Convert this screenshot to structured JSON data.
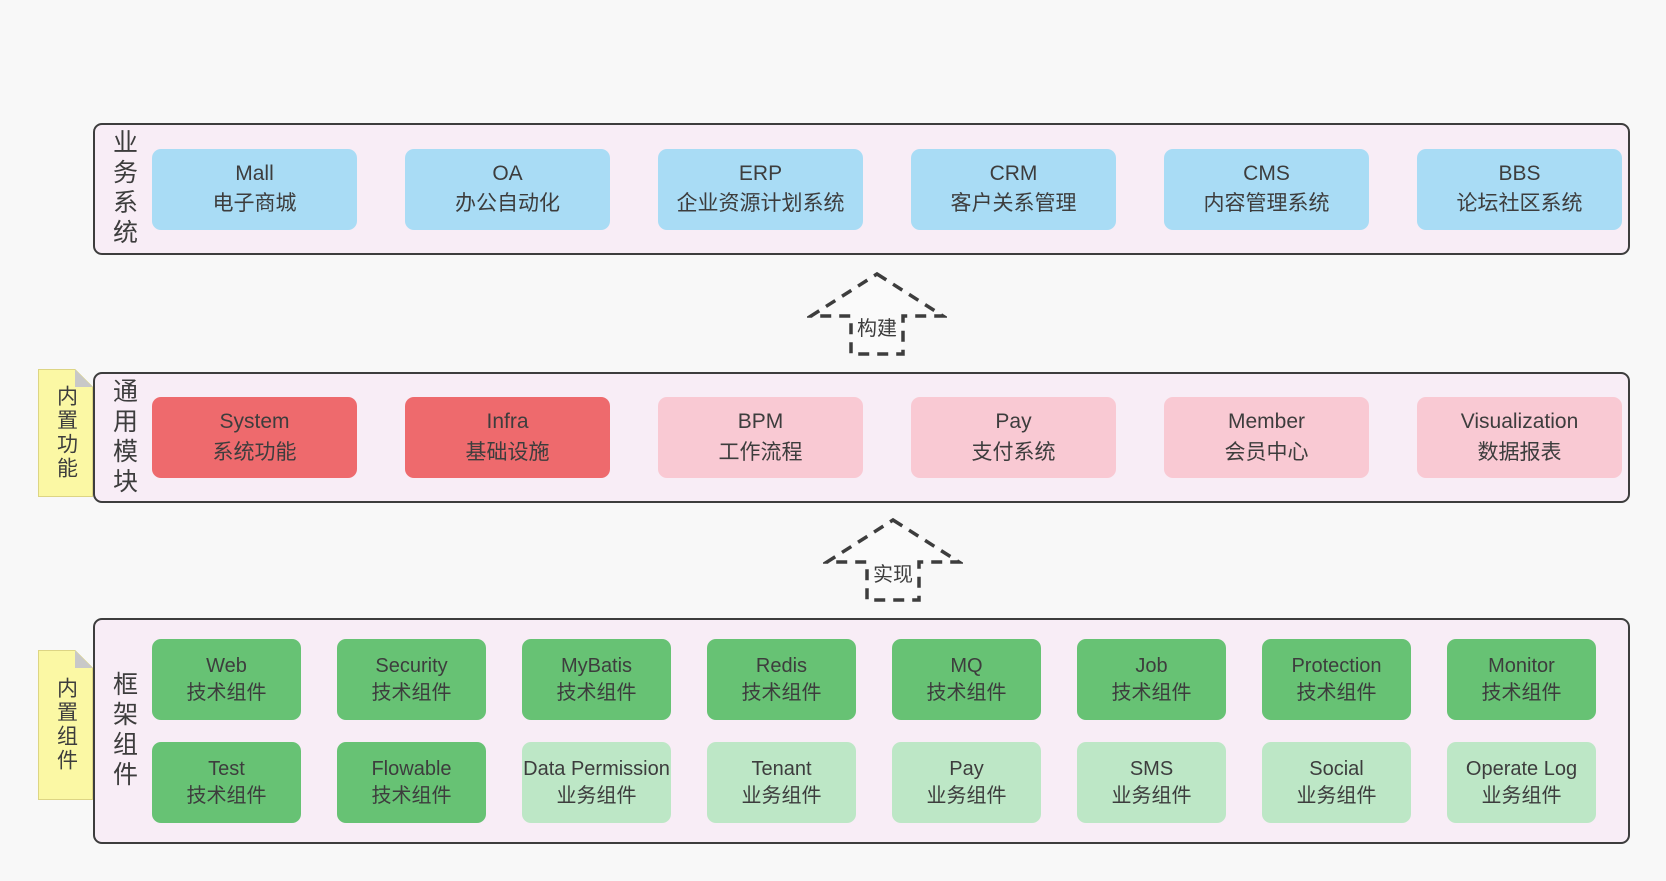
{
  "layers": [
    {
      "label": "业务系统",
      "boxes": [
        {
          "title": "Mall",
          "subtitle": "电子商城",
          "variant": "blue"
        },
        {
          "title": "OA",
          "subtitle": "办公自动化",
          "variant": "blue"
        },
        {
          "title": "ERP",
          "subtitle": "企业资源计划系统",
          "variant": "blue"
        },
        {
          "title": "CRM",
          "subtitle": "客户关系管理",
          "variant": "blue"
        },
        {
          "title": "CMS",
          "subtitle": "内容管理系统",
          "variant": "blue"
        },
        {
          "title": "BBS",
          "subtitle": "论坛社区系统",
          "variant": "blue"
        }
      ]
    },
    {
      "label": "通用模块",
      "boxes": [
        {
          "title": "System",
          "subtitle": "系统功能",
          "variant": "red"
        },
        {
          "title": "Infra",
          "subtitle": "基础设施",
          "variant": "red"
        },
        {
          "title": "BPM",
          "subtitle": "工作流程",
          "variant": "pink"
        },
        {
          "title": "Pay",
          "subtitle": "支付系统",
          "variant": "pink"
        },
        {
          "title": "Member",
          "subtitle": "会员中心",
          "variant": "pink"
        },
        {
          "title": "Visualization",
          "subtitle": "数据报表",
          "variant": "pink"
        }
      ]
    },
    {
      "label": "框架组件",
      "boxes": [
        {
          "title": "Web",
          "subtitle": "技术组件",
          "variant": "green"
        },
        {
          "title": "Security",
          "subtitle": "技术组件",
          "variant": "green"
        },
        {
          "title": "MyBatis",
          "subtitle": "技术组件",
          "variant": "green"
        },
        {
          "title": "Redis",
          "subtitle": "技术组件",
          "variant": "green"
        },
        {
          "title": "MQ",
          "subtitle": "技术组件",
          "variant": "green"
        },
        {
          "title": "Job",
          "subtitle": "技术组件",
          "variant": "green"
        },
        {
          "title": "Protection",
          "subtitle": "技术组件",
          "variant": "green"
        },
        {
          "title": "Monitor",
          "subtitle": "技术组件",
          "variant": "green"
        },
        {
          "title": "Test",
          "subtitle": "技术组件",
          "variant": "green"
        },
        {
          "title": "Flowable",
          "subtitle": "技术组件",
          "variant": "green"
        },
        {
          "title": "Data Permission",
          "subtitle": "业务组件",
          "variant": "lightgreen"
        },
        {
          "title": "Tenant",
          "subtitle": "业务组件",
          "variant": "lightgreen"
        },
        {
          "title": "Pay",
          "subtitle": "业务组件",
          "variant": "lightgreen"
        },
        {
          "title": "SMS",
          "subtitle": "业务组件",
          "variant": "lightgreen"
        },
        {
          "title": "Social",
          "subtitle": "业务组件",
          "variant": "lightgreen"
        },
        {
          "title": "Operate Log",
          "subtitle": "业务组件",
          "variant": "lightgreen"
        }
      ]
    }
  ],
  "notes": [
    {
      "label": "内置功能"
    },
    {
      "label": "内置组件"
    }
  ],
  "arrows": [
    {
      "label": "构建"
    },
    {
      "label": "实现"
    }
  ],
  "colors": {
    "blue": "#a9dcf5",
    "red": "#ee6a6d",
    "pink": "#f9c9d3",
    "green": "#67c274",
    "lightgreen": "#bde7c6",
    "panel_bg": "#f8edf6",
    "panel_border": "#3d3d3d",
    "note_bg": "#fbf8a4",
    "note_fold": "#c8c8c8",
    "text": "#3d3d3d",
    "page_bg": "#f8f8f8"
  }
}
